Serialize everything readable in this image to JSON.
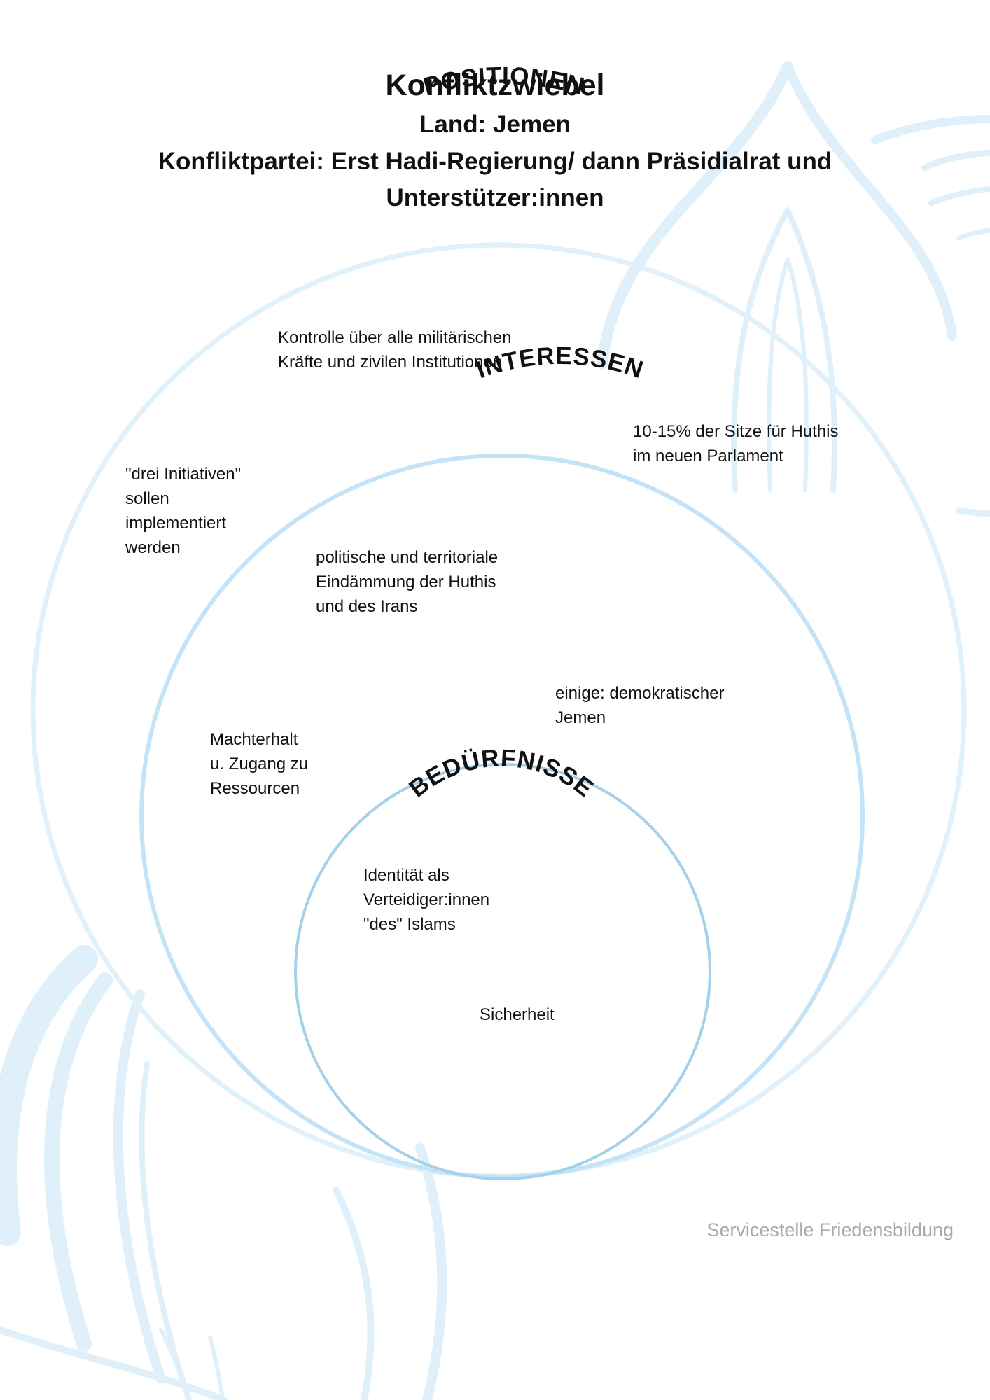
{
  "header": {
    "title": "Konfliktzwiebel",
    "country": "Land: Jemen",
    "party": "Konfliktpartei: Erst Hadi-Regierung/ dann Präsidialrat und Unterstützer:innen"
  },
  "rings": {
    "positions": {
      "label": "POSITIONEN",
      "notes": [
        "Kontrolle über alle militärischen\nKräfte und zivilen Institutionen",
        "10-15% der Sitze für Huthis\nim neuen Parlament",
        "\"drei Initiativen\"\nsollen\nimplementiert\nwerden"
      ]
    },
    "interests": {
      "label": "INTERESSEN",
      "notes": [
        "politische und territoriale\nEindämmung der Huthis\nund des Irans",
        "einige: demokratischer\nJemen",
        "Machterhalt\nu. Zugang zu\nRessourcen"
      ]
    },
    "needs": {
      "label": "BEDÜRFNISSE",
      "notes": [
        "Identität als\nVerteidiger:innen\n\"des\" Islams",
        "Sicherheit"
      ]
    }
  },
  "colors": {
    "outer_ring": "#e1f1fc",
    "middle_ring": "#c4e3f7",
    "inner_ring": "#a5d0e9",
    "watermark": "#dff0fb",
    "footer_text": "#a9a9a9"
  },
  "footer": "Servicestelle Friedensbildung"
}
